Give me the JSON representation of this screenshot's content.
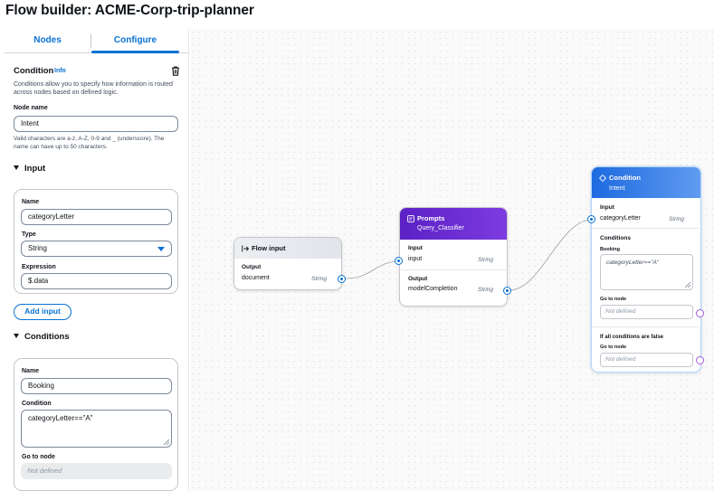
{
  "page": {
    "title": "Flow builder: ACME-Corp-trip-planner"
  },
  "tabs": [
    {
      "label": "Nodes"
    },
    {
      "label": "Configure"
    }
  ],
  "config": {
    "heading": "Condition",
    "info_label": "Info",
    "description": "Conditions allow you to specify how information is routed across nodes based on defined logic.",
    "node_name_label": "Node name",
    "node_name_value": "Intent",
    "node_name_hint": "Valid characters are a-z, A-Z, 0-9 and _ (underscore). The name can have up to 50 characters.",
    "input_section": "Input",
    "input": {
      "name_label": "Name",
      "name_value": "categoryLetter",
      "type_label": "Type",
      "type_value": "String",
      "expression_label": "Expression",
      "expression_value": "$.data"
    },
    "add_input_label": "Add input",
    "conditions_section": "Conditions",
    "condition": {
      "name_label": "Name",
      "name_value": "Booking",
      "condition_label": "Condition",
      "condition_value": "categoryLetter==\"A\"",
      "goto_label": "Go to node",
      "goto_placeholder": "Not defined"
    }
  },
  "canvas": {
    "flow_input": {
      "title": "Flow input",
      "output_label": "Output",
      "port_name": "document",
      "port_type": "String"
    },
    "prompts": {
      "title": "Prompts",
      "subtitle": "Query_Classifier",
      "input_label": "Input",
      "input_name": "input",
      "input_type": "String",
      "output_label": "Output",
      "output_name": "modelCompletion",
      "output_type": "String"
    },
    "condition": {
      "title": "Condition",
      "subtitle": "Intent",
      "input_label": "Input",
      "input_name": "categoryLetter",
      "input_type": "String",
      "conditions_label": "Conditions",
      "booking_label": "Booking",
      "booking_expression": "categoryLetter==\"A\"",
      "goto_label": "Go to node",
      "goto_placeholder": "Not defined",
      "false_label": "If all conditions are false",
      "false_goto_label": "Go to node",
      "false_goto_placeholder": "Not defined"
    }
  },
  "colors": {
    "accent": "#0972d3",
    "prompts_header": "#6a2bd6",
    "condition_header": "#2f74e6",
    "condition_port": "#a25ad8"
  }
}
